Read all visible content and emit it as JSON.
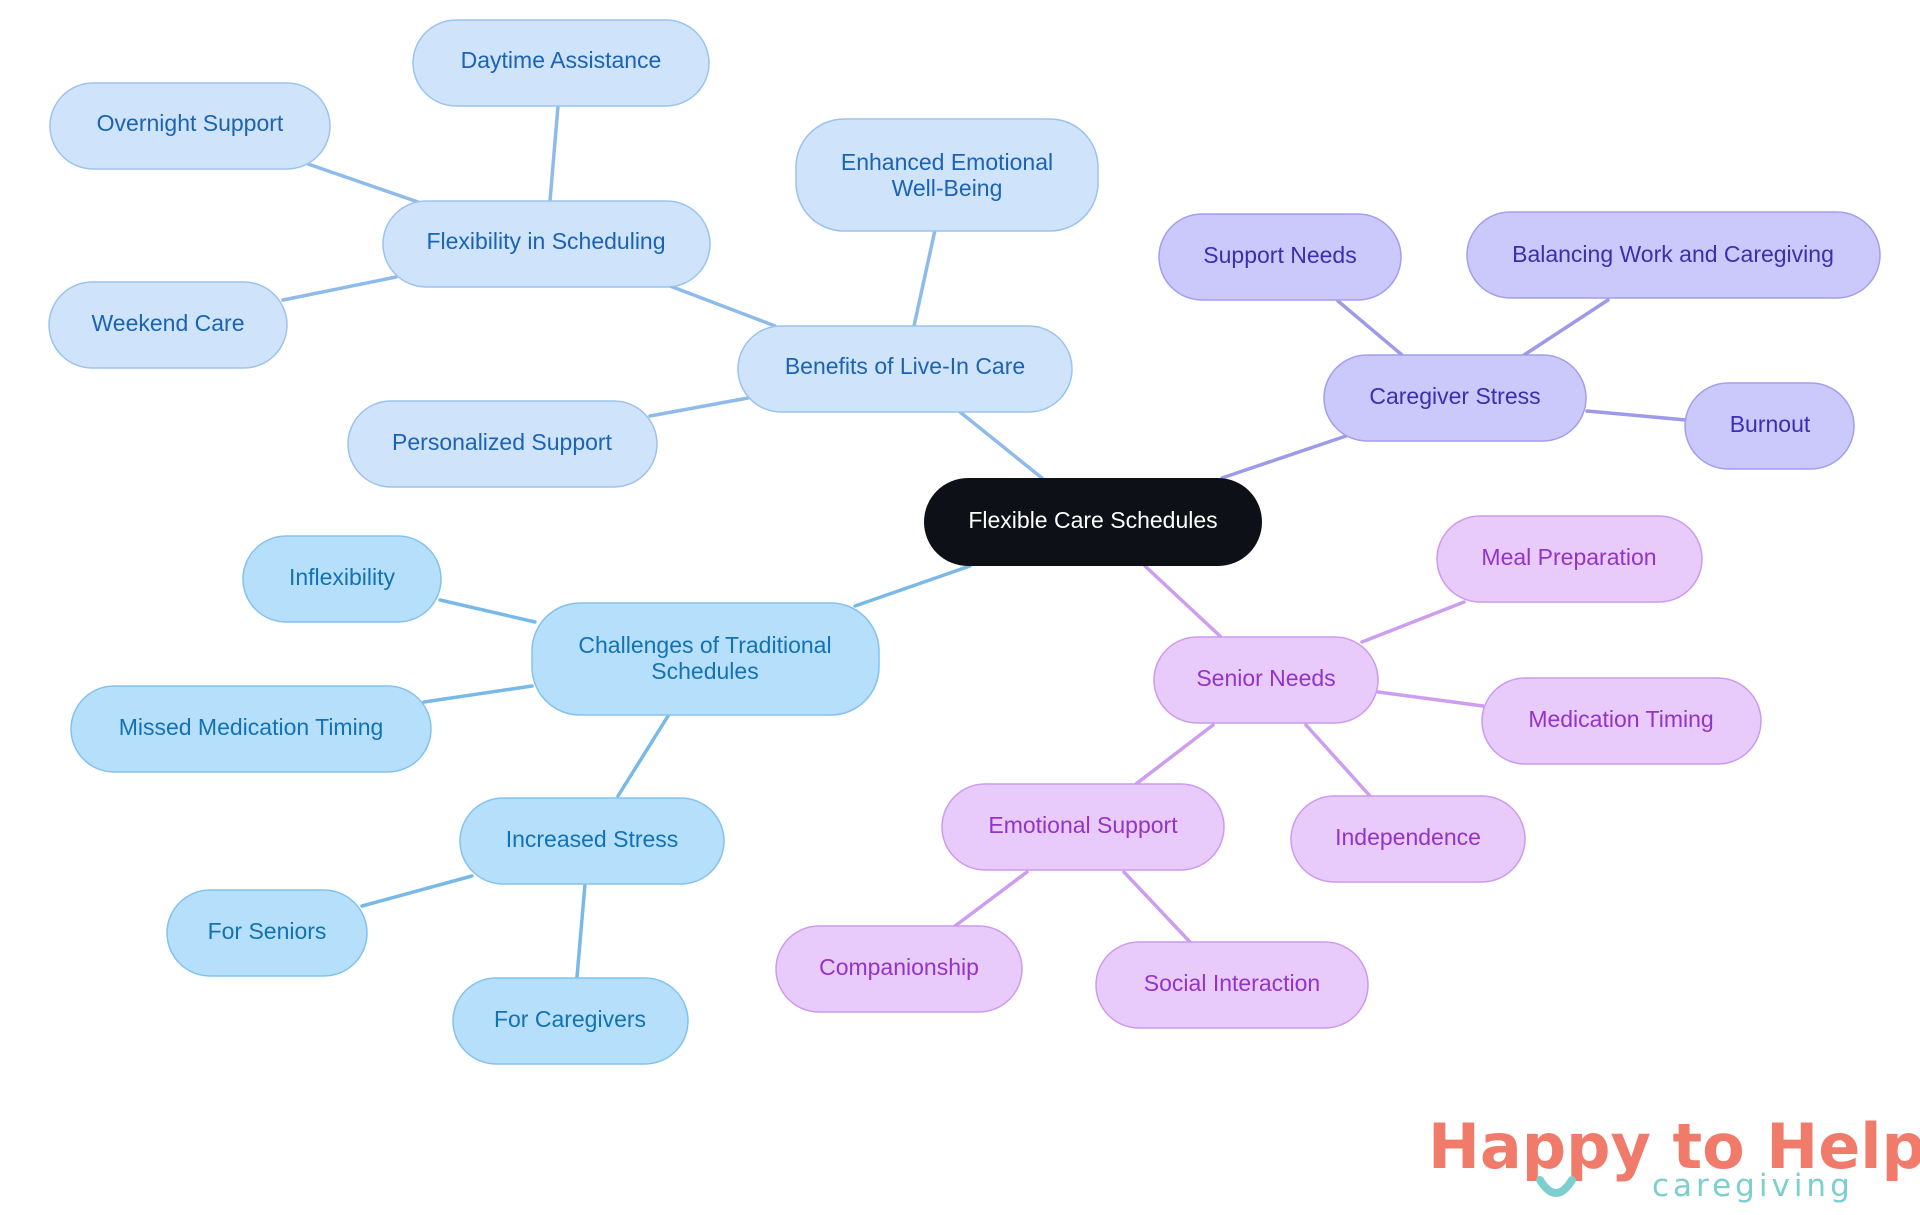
{
  "colors": {
    "root_fill": "#0d1117",
    "root_text": "#ffffff",
    "benefits": {
      "fill": "#cfe3fb",
      "stroke": "#9cc3ee",
      "text": "#1a63b5",
      "line": "#8fbbea"
    },
    "caregiver": {
      "fill": "#cbc8fb",
      "stroke": "#a29ef0",
      "text": "#3a2fae",
      "line": "#9f9ae8"
    },
    "senior": {
      "fill": "#e8cbfb",
      "stroke": "#cc9af0",
      "text": "#9333c7",
      "line": "#cd9ef0"
    },
    "challenges": {
      "fill": "#b6dffb",
      "stroke": "#84c2ee",
      "text": "#1372b4",
      "line": "#79b9e8"
    },
    "logo_coral": "#f07b6b",
    "logo_teal": "#7dcfcf"
  },
  "root": {
    "label": "Flexible Care Schedules"
  },
  "benefits": {
    "label": "Benefits of Live-In Care",
    "flexibility": {
      "label": "Flexibility in Scheduling",
      "daytime": "Daytime Assistance",
      "overnight": "Overnight Support",
      "weekend": "Weekend Care"
    },
    "emotional": [
      "Enhanced Emotional",
      "Well-Being"
    ],
    "personalized": "Personalized Support"
  },
  "caregiver_stress": {
    "label": "Caregiver Stress",
    "support_needs": "Support Needs",
    "balancing": "Balancing Work and Caregiving",
    "burnout": "Burnout"
  },
  "senior_needs": {
    "label": "Senior Needs",
    "meal": "Meal Preparation",
    "medication": "Medication Timing",
    "independence": "Independence",
    "emotional_support": {
      "label": "Emotional Support",
      "companionship": "Companionship",
      "social": "Social Interaction"
    }
  },
  "challenges": {
    "label": [
      "Challenges of Traditional",
      "Schedules"
    ],
    "inflexibility": "Inflexibility",
    "missed": "Missed Medication Timing",
    "stress": {
      "label": "Increased Stress",
      "seniors": "For Seniors",
      "caregivers": "For Caregivers"
    }
  },
  "logo": {
    "title": "Happy to Help",
    "subtitle": "caregiving"
  }
}
